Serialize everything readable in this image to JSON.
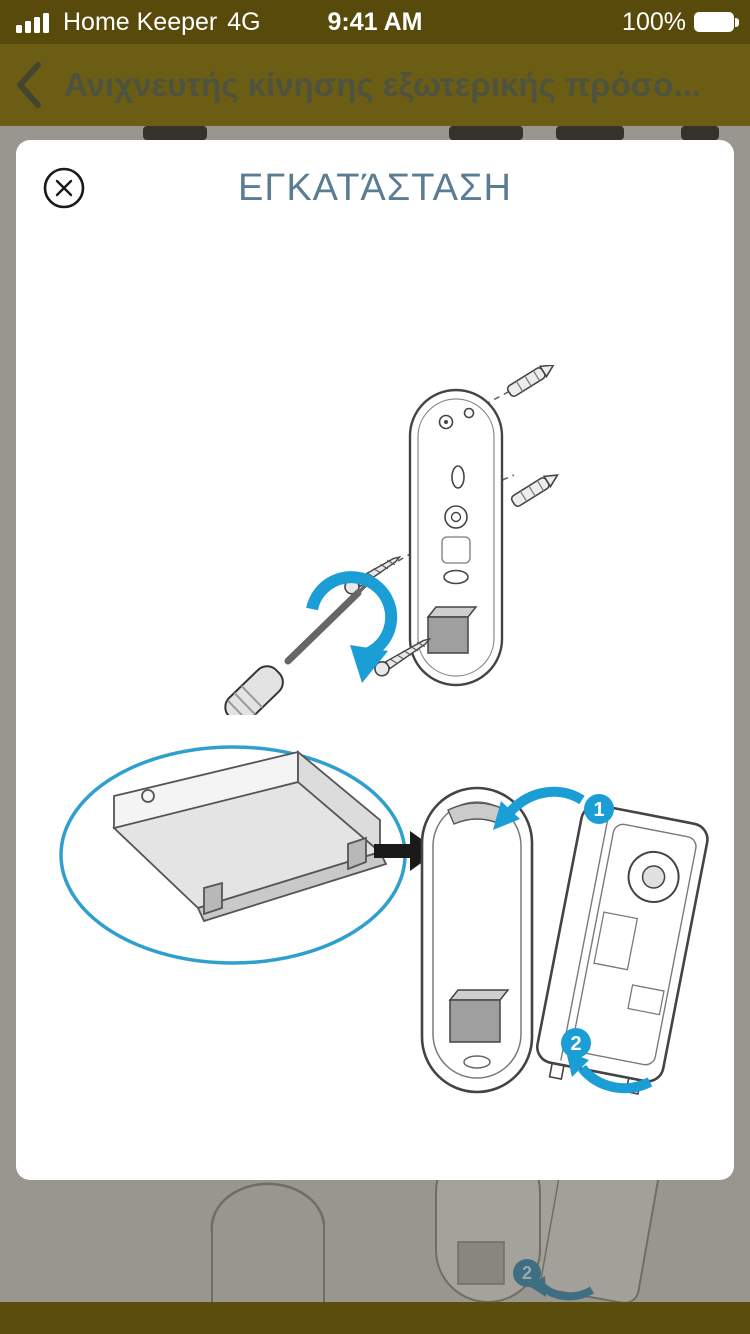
{
  "status_bar": {
    "carrier": "Home Keeper",
    "network": "4G",
    "time": "9:41 AM",
    "battery_percent": "100%"
  },
  "nav_bar": {
    "title": "Ανιχνευτής κίνησης εξωτερικής πρόσο..."
  },
  "modal": {
    "title": "ΕΓΚΑΤΆΣΤΑΣΗ",
    "step_1_label": "1",
    "step_2_label": "2"
  },
  "background": {
    "step_2_label": "2"
  },
  "colors": {
    "status_bar_bg": "#574a0a",
    "nav_bar_bg": "#6b5d14",
    "nav_title_text": "#4e5340",
    "dim_backdrop": "#98968f",
    "bottom_bar_bg": "#5c4e0d",
    "modal_bg": "#ffffff",
    "modal_title_text": "#5b7d93",
    "accent_blue": "#1b9ed6",
    "line_art": "#444444"
  }
}
